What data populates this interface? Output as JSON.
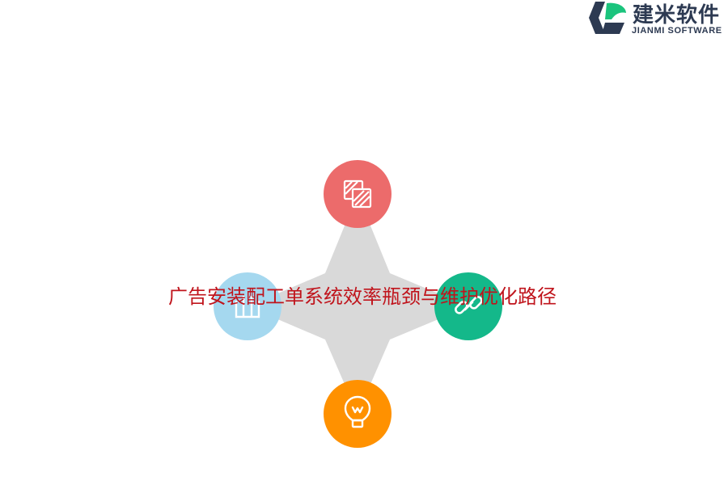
{
  "brand": {
    "name_cn": "建米软件",
    "name_en": "JIANMI SOFTWARE",
    "colors": {
      "dark": "#2d3a52",
      "green": "#1bc47d"
    }
  },
  "diagram": {
    "title": "广告安装配工单系统效率瓶颈与维护优化路径",
    "title_color": "#c0141c",
    "star_color": "#d9d9d9",
    "nodes": [
      {
        "position": "top",
        "icon": "hatched-squares-icon",
        "color": "#ec6b6b"
      },
      {
        "position": "left",
        "icon": "bar-columns-icon",
        "color": "#a5d8ef"
      },
      {
        "position": "right",
        "icon": "chain-link-icon",
        "color": "#14b88a"
      },
      {
        "position": "bottom",
        "icon": "lightbulb-icon",
        "color": "#ff9100"
      }
    ]
  }
}
